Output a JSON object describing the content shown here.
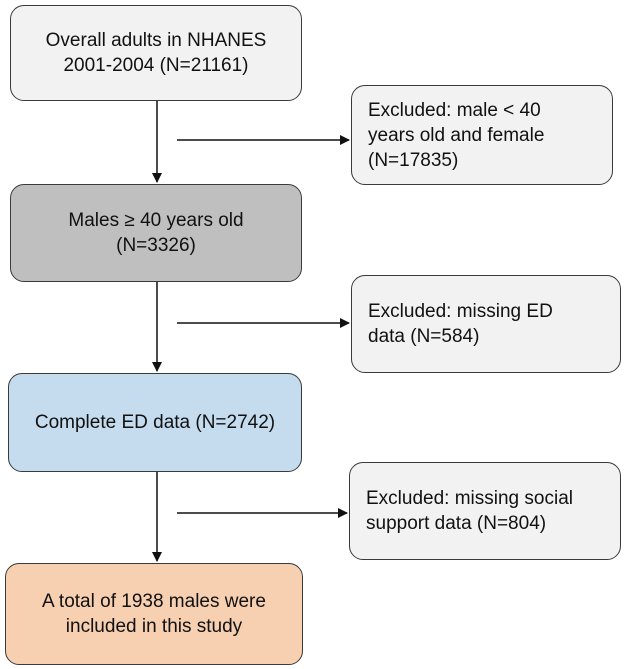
{
  "colors": {
    "box_light_gray": "#f2f2f2",
    "box_dark_gray": "#bfbfbf",
    "box_blue": "#c5dcef",
    "box_orange": "#f7cfb1",
    "border": "#3a3a3a",
    "arrow": "#111111"
  },
  "flow": {
    "step1": "Overall adults in NHANES\n2001-2004 (N=21161)",
    "step2": "Males ≥ 40 years old\n(N=3326)",
    "step3": "Complete ED data (N=2742)",
    "step4": "A total of 1938 males  were\nincluded in this study"
  },
  "exclusions": {
    "ex1": "Excluded: male < 40\nyears old and female\n(N=17835)",
    "ex2": "Excluded: missing ED\ndata (N=584)",
    "ex3": "Excluded: missing social\nsupport data (N=804)"
  }
}
